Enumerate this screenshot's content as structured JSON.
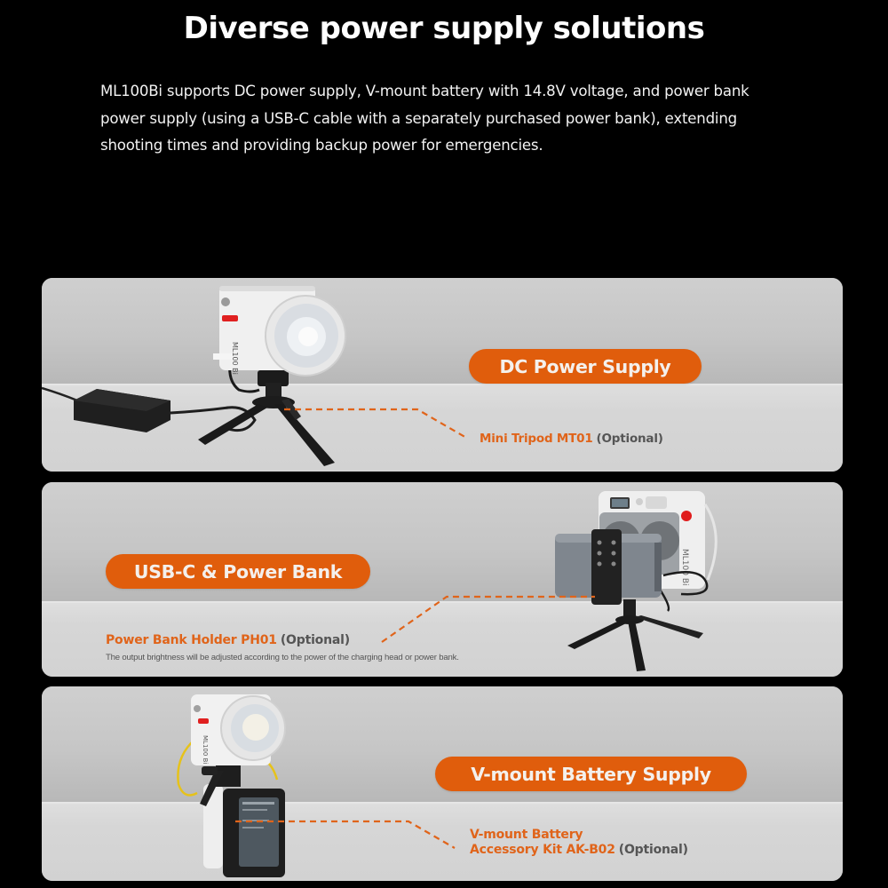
{
  "header": {
    "title": "Diverse power supply solutions",
    "intro": "ML100Bi supports DC power supply, V-mount battery with 14.8V voltage, and power bank power supply (using a USB-C cable with a separately purchased power bank), extending shooting times and providing backup power for emergencies."
  },
  "colors": {
    "background": "#000000",
    "accent": "#e05d0c",
    "accessory_text": "#e0641a",
    "panel_wall": "#c6c6c6",
    "panel_table": "#d6d6d6"
  },
  "panels": [
    {
      "pill_label": "DC Power Supply",
      "accessory": "Mini Tripod MT01",
      "optional": "(Optional)",
      "image": "ml100bi-light-on-mini-tripod-with-dc-adapter",
      "device_label": "ML100 Bi"
    },
    {
      "pill_label": "USB-C & Power Bank",
      "accessory": "Power Bank Holder PH01",
      "optional": "(Optional)",
      "note": "The output brightness will be adjusted according to the power of the charging head or power bank.",
      "image": "ml100bi-light-with-power-bank-holder-on-tripod",
      "device_label": "ML100 Bi"
    },
    {
      "pill_label": "V-mount Battery Supply",
      "accessory_line1": "V-mount Battery",
      "accessory_line2": "Accessory Kit AK-B02",
      "optional": "(Optional)",
      "image": "ml100bi-light-with-v-mount-battery-grip",
      "device_label": "ML100 Bi"
    }
  ]
}
